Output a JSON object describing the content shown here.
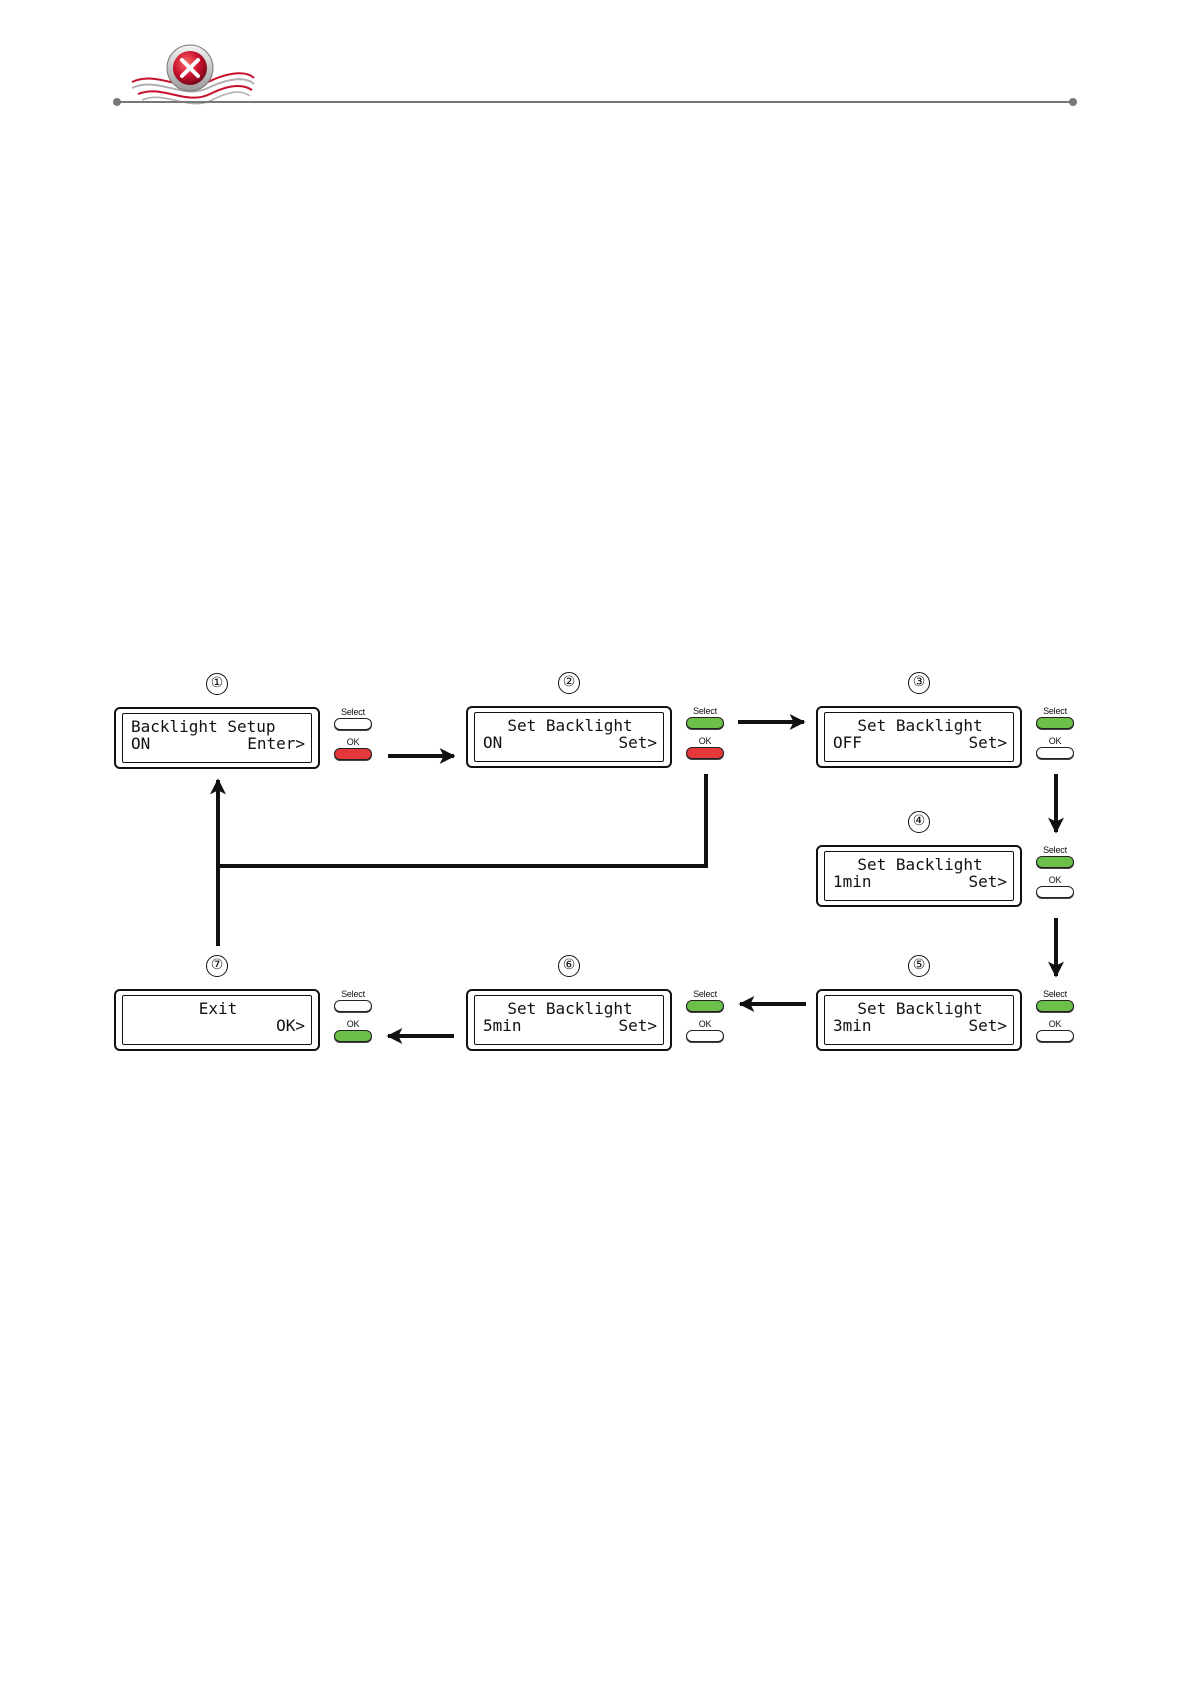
{
  "colors": {
    "lit_green": "#6cc04a",
    "lit_red": "#e5383b",
    "button_off": "#ffffff",
    "logo_red": "#c8102e",
    "rule": "#777777"
  },
  "header": {
    "logo_icon": "crossed-x-emblem-icon"
  },
  "flow": {
    "steps": [
      {
        "id": "1",
        "label": "①",
        "line1": "Backlight Setup",
        "line1_align": "left",
        "line2_left": "ON",
        "line2_right": "Enter>",
        "select_label": "Select",
        "ok_label": "OK",
        "select_state": "off",
        "ok_state": "red"
      },
      {
        "id": "2",
        "label": "②",
        "line1": "Set Backlight",
        "line1_align": "center",
        "line2_left": "ON",
        "line2_right": "Set>",
        "select_label": "Select",
        "ok_label": "OK",
        "select_state": "green",
        "ok_state": "red"
      },
      {
        "id": "3",
        "label": "③",
        "line1": "Set Backlight",
        "line1_align": "center",
        "line2_left": "OFF",
        "line2_right": "Set>",
        "select_label": "Select",
        "ok_label": "OK",
        "select_state": "green",
        "ok_state": "off"
      },
      {
        "id": "4",
        "label": "④",
        "line1": "Set Backlight",
        "line1_align": "center",
        "line2_left": "1min",
        "line2_right": "Set>",
        "select_label": "Select",
        "ok_label": "OK",
        "select_state": "green",
        "ok_state": "off"
      },
      {
        "id": "5",
        "label": "⑤",
        "line1": "Set Backlight",
        "line1_align": "center",
        "line2_left": "3min",
        "line2_right": "Set>",
        "select_label": "Select",
        "ok_label": "OK",
        "select_state": "green",
        "ok_state": "off"
      },
      {
        "id": "6",
        "label": "⑥",
        "line1": "Set Backlight",
        "line1_align": "center",
        "line2_left": "5min",
        "line2_right": "Set>",
        "select_label": "Select",
        "ok_label": "OK",
        "select_state": "green",
        "ok_state": "off"
      },
      {
        "id": "7",
        "label": "⑦",
        "line1": "Exit",
        "line1_align": "center",
        "line2_left": "",
        "line2_right": "OK>",
        "select_label": "Select",
        "ok_label": "OK",
        "select_state": "off",
        "ok_state": "green"
      }
    ],
    "connections": [
      {
        "from": "1",
        "to": "2"
      },
      {
        "from": "2",
        "to": "3"
      },
      {
        "from": "3",
        "to": "4"
      },
      {
        "from": "4",
        "to": "5"
      },
      {
        "from": "5",
        "to": "6"
      },
      {
        "from": "6",
        "to": "7"
      },
      {
        "from": "7",
        "to": "1"
      },
      {
        "from": "2",
        "to": "1"
      }
    ]
  }
}
